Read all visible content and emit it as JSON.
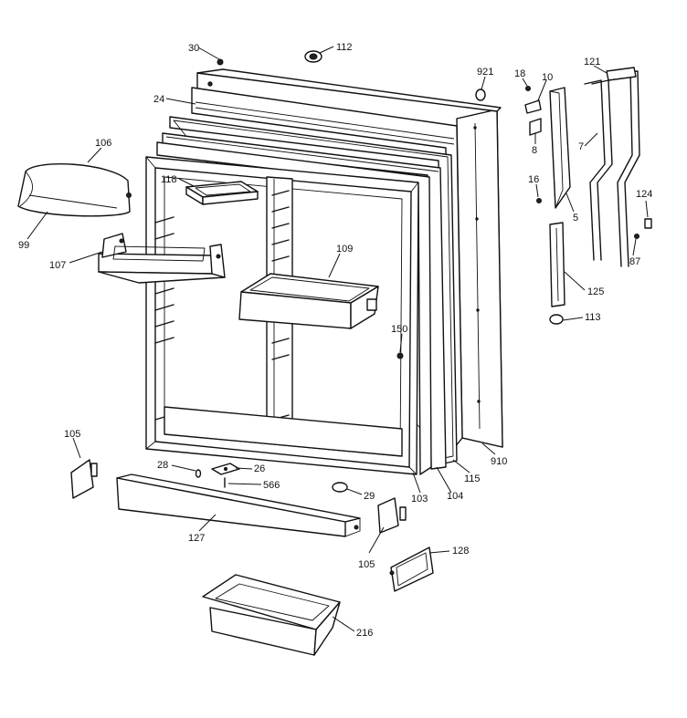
{
  "diagram": {
    "callouts": [
      {
        "id": "c30",
        "text": "30"
      },
      {
        "id": "c112",
        "text": "112"
      },
      {
        "id": "c921",
        "text": "921"
      },
      {
        "id": "c18",
        "text": "18"
      },
      {
        "id": "c10",
        "text": "10"
      },
      {
        "id": "c121",
        "text": "121"
      },
      {
        "id": "c24",
        "text": "24"
      },
      {
        "id": "c106",
        "text": "106"
      },
      {
        "id": "c118",
        "text": "118"
      },
      {
        "id": "c8",
        "text": "8"
      },
      {
        "id": "c7",
        "text": "7"
      },
      {
        "id": "c16",
        "text": "16"
      },
      {
        "id": "c124",
        "text": "124"
      },
      {
        "id": "c5",
        "text": "5"
      },
      {
        "id": "c99",
        "text": "99"
      },
      {
        "id": "c107",
        "text": "107"
      },
      {
        "id": "c109",
        "text": "109"
      },
      {
        "id": "c87",
        "text": "87"
      },
      {
        "id": "c125",
        "text": "125"
      },
      {
        "id": "c113",
        "text": "113"
      },
      {
        "id": "c150",
        "text": "150"
      },
      {
        "id": "c105a",
        "text": "105"
      },
      {
        "id": "c910",
        "text": "910"
      },
      {
        "id": "c28",
        "text": "28"
      },
      {
        "id": "c26",
        "text": "26"
      },
      {
        "id": "c566",
        "text": "566"
      },
      {
        "id": "c115",
        "text": "115"
      },
      {
        "id": "c29",
        "text": "29"
      },
      {
        "id": "c103",
        "text": "103"
      },
      {
        "id": "c104",
        "text": "104"
      },
      {
        "id": "c127",
        "text": "127"
      },
      {
        "id": "c105b",
        "text": "105"
      },
      {
        "id": "c128",
        "text": "128"
      },
      {
        "id": "c216",
        "text": "216"
      }
    ]
  }
}
